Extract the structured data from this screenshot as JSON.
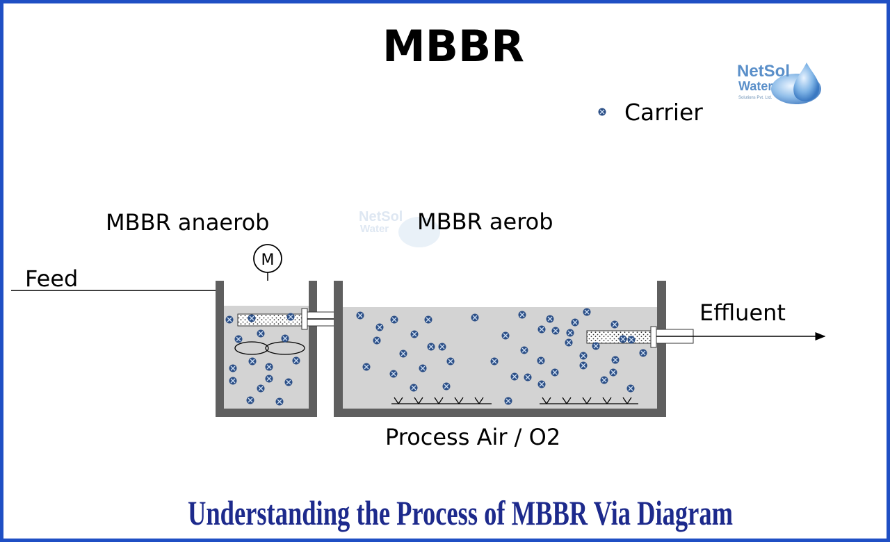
{
  "title": "MBBR",
  "legend": {
    "label": "Carrier"
  },
  "labels": {
    "anaerob": "MBBR anaerob",
    "aerob": "MBBR aerob",
    "motor": "M",
    "feed": "Feed",
    "effluent": "Effluent",
    "air": "Process Air / O2"
  },
  "logo": {
    "line1": "NetSol",
    "line2": "Water",
    "tagline": "Solutions Pvt. Ltd."
  },
  "caption": "Understanding the Process of MBBR Via Diagram",
  "colors": {
    "border": "#1f4fc4",
    "carrier": "#2c4f86",
    "liquid": "#d3d3d3",
    "wall": "#5f5f5f",
    "caption": "#1d2a8c",
    "logo": "#5a8fc9"
  }
}
